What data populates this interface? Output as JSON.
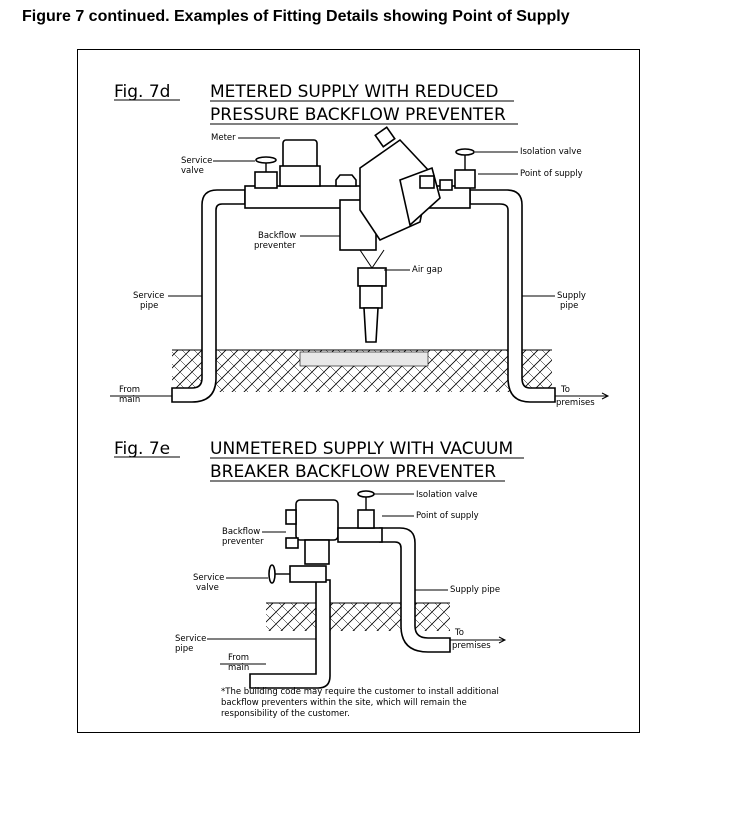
{
  "figure_title": "Figure 7 continued.  Examples of Fitting Details showing Point of Supply",
  "fig7d": {
    "label": "Fig. 7d",
    "title_line1": "METERED SUPPLY WITH REDUCED",
    "title_line2": "PRESSURE BACKFLOW PREVENTER",
    "meter": "Meter",
    "service_valve_1": "Service",
    "service_valve_2": "valve",
    "isolation_valve": "Isolation valve",
    "point_of_supply": "Point of supply",
    "backflow_1": "Backflow",
    "backflow_2": "preventer",
    "air_gap": "Air gap",
    "service_pipe_1": "Service",
    "service_pipe_2": "pipe",
    "supply_pipe_1": "Supply",
    "supply_pipe_2": "pipe",
    "from_main_1": "From",
    "from_main_2": "main",
    "to_premises_1": "To",
    "to_premises_2": "premises"
  },
  "fig7e": {
    "label": "Fig. 7e",
    "title_line1": "UNMETERED SUPPLY WITH VACUUM",
    "title_line2": "BREAKER BACKFLOW PREVENTER",
    "isolation_valve": "Isolation valve",
    "point_of_supply": "Point of supply",
    "backflow_1": "Backflow",
    "backflow_2": "preventer",
    "service_valve_1": "Service",
    "service_valve_2": "valve",
    "supply_pipe": "Supply pipe",
    "service_pipe_1": "Service",
    "service_pipe_2": "pipe",
    "from_main_1": "From",
    "from_main_2": "main",
    "to_premises_1": "To",
    "to_premises_2": "premises",
    "note_line1": "*The building code may require the customer to install additional",
    "note_line2": "backflow preventers within the site, which will remain the",
    "note_line3": "responsibility of the customer."
  }
}
